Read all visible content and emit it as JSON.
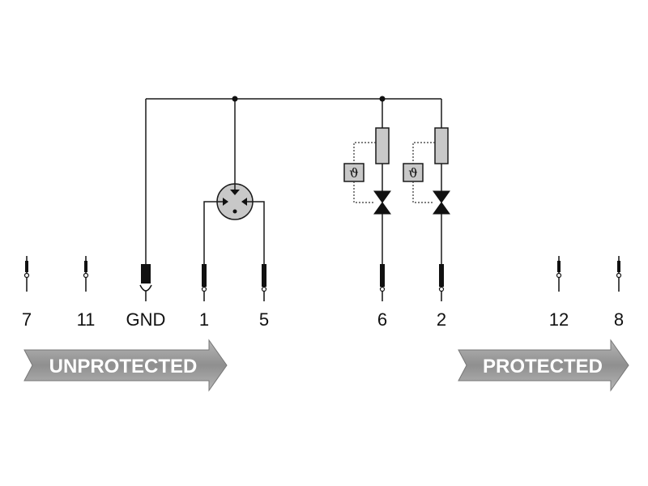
{
  "pins": [
    {
      "id": "pin-7",
      "label": "7"
    },
    {
      "id": "pin-11",
      "label": "11"
    },
    {
      "id": "pin-gnd",
      "label": "GND"
    },
    {
      "id": "pin-1",
      "label": "1"
    },
    {
      "id": "pin-5",
      "label": "5"
    },
    {
      "id": "pin-6",
      "label": "6"
    },
    {
      "id": "pin-2",
      "label": "2"
    },
    {
      "id": "pin-12",
      "label": "12"
    },
    {
      "id": "pin-8",
      "label": "8"
    }
  ],
  "arrows": {
    "unprotected": "UNPROTECTED",
    "protected": "PROTECTED"
  },
  "symbols": {
    "thermal_1": "ϑ",
    "thermal_2": "ϑ"
  },
  "colors": {
    "line": "#1a1a1a",
    "component_fill": "#c8c8c8",
    "arrow_fill": "#9a9a9a",
    "arrow_text": "#ffffff"
  }
}
